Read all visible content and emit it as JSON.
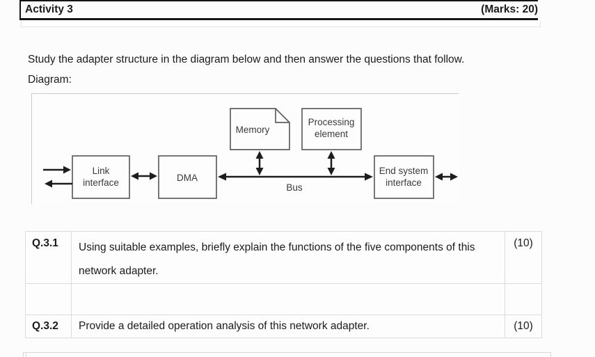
{
  "header": {
    "title": "Activity 3",
    "marks": "(Marks: 20)"
  },
  "intro": {
    "instruction": "Study the adapter structure in the diagram below and then answer the questions that follow.",
    "diagram_label": "Diagram:"
  },
  "diagram": {
    "memory_label": "Memory",
    "processing_label_line1": "Processing",
    "processing_label_line2": "element",
    "link_label_line1": "Link",
    "link_label_line2": "interface",
    "dma_label": "DMA",
    "end_system_label_line1": "End system",
    "end_system_label_line2": "interface",
    "bus_label": "Bus"
  },
  "questions": {
    "rows": [
      {
        "id": "Q.3.1",
        "text": "Using suitable examples, briefly explain the functions of the five components of this network adapter.",
        "marks": "(10)"
      },
      {
        "id": "",
        "text": "",
        "marks": ""
      },
      {
        "id": "Q.3.2",
        "text": "Provide a detailed operation analysis of this network adapter.",
        "marks": "(10)"
      }
    ]
  },
  "colors": {
    "ink": "#1b1b1b",
    "header_border": "#141414",
    "diagram_box_stroke": "#5e5e5e",
    "diagram_arrow": "#1d1d1d",
    "table_border": "#dcdcdc",
    "frame_border": "#c9c9c9",
    "background": "#fcfcfc"
  }
}
